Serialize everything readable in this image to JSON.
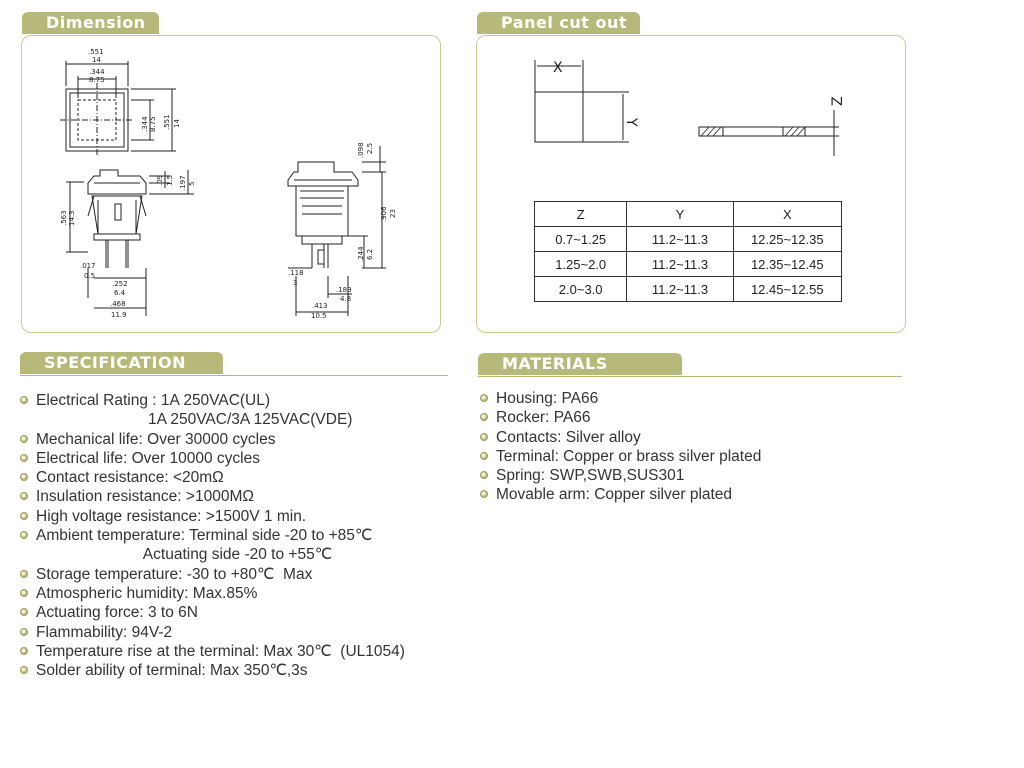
{
  "dimension": {
    "title": "Dimension",
    "drawing_labels": [
      ".551",
      "14",
      ".344",
      "8.75",
      ".344",
      "8.75",
      ".551",
      "14",
      ".09",
      "1.5",
      ".197",
      "5",
      ".563",
      "14.3",
      ".017",
      "0.5",
      ".252",
      "6.4",
      ".468",
      "11.9",
      ".098",
      "2.5",
      ".906",
      "23",
      ".244",
      "6.2",
      ".118",
      "3",
      ".189",
      "4.8",
      ".413",
      "10.5"
    ]
  },
  "panel_cutout": {
    "title": "Panel cut out",
    "labels": {
      "x": "X",
      "y": "Y",
      "z": "Z"
    },
    "table": {
      "headers": [
        "Z",
        "Y",
        "X"
      ],
      "rows": [
        [
          "0.7~1.25",
          "11.2~11.3",
          "12.25~12.35"
        ],
        [
          "1.25~2.0",
          "11.2~11.3",
          "12.35~12.45"
        ],
        [
          "2.0~3.0",
          "11.2~11.3",
          "12.45~12.55"
        ]
      ]
    }
  },
  "specification": {
    "title": "SPECIFICATION",
    "items": [
      {
        "text": "Electrical Rating : 1A 250VAC(UL)",
        "sub": "                          1A 250VAC/3A 125VAC(VDE)"
      },
      {
        "text": "Mechanical life: Over 30000 cycles"
      },
      {
        "text": "Electrical life: Over 10000 cycles"
      },
      {
        "text": "Contact resistance: <20mΩ"
      },
      {
        "text": "Insulation resistance: >1000MΩ"
      },
      {
        "text": "High voltage resistance: >1500V 1 min."
      },
      {
        "text": "Ambient temperature: Terminal side -20 to +85℃",
        "sub": "                         Actuating side -20 to +55℃"
      },
      {
        "text": "Storage temperature: -30 to +80℃  Max"
      },
      {
        "text": "Atmospheric humidity: Max.85%"
      },
      {
        "text": "Actuating force: 3 to 6N"
      },
      {
        "text": "Flammability: 94V-2"
      },
      {
        "text": "Temperature rise at the terminal: Max 30℃  (UL1054)"
      },
      {
        "text": "Solder ability of terminal: Max 350℃,3s"
      }
    ]
  },
  "materials": {
    "title": "MATERIALS",
    "items": [
      {
        "text": "Housing: PA66"
      },
      {
        "text": "Rocker: PA66"
      },
      {
        "text": "Contacts: Silver alloy"
      },
      {
        "text": "Terminal: Copper or brass silver plated"
      },
      {
        "text": "Spring: SWP,SWB,SUS301"
      },
      {
        "text": "Movable arm: Copper silver plated"
      }
    ]
  },
  "colors": {
    "accent": "#b7b97a",
    "border": "#c7c99a"
  }
}
